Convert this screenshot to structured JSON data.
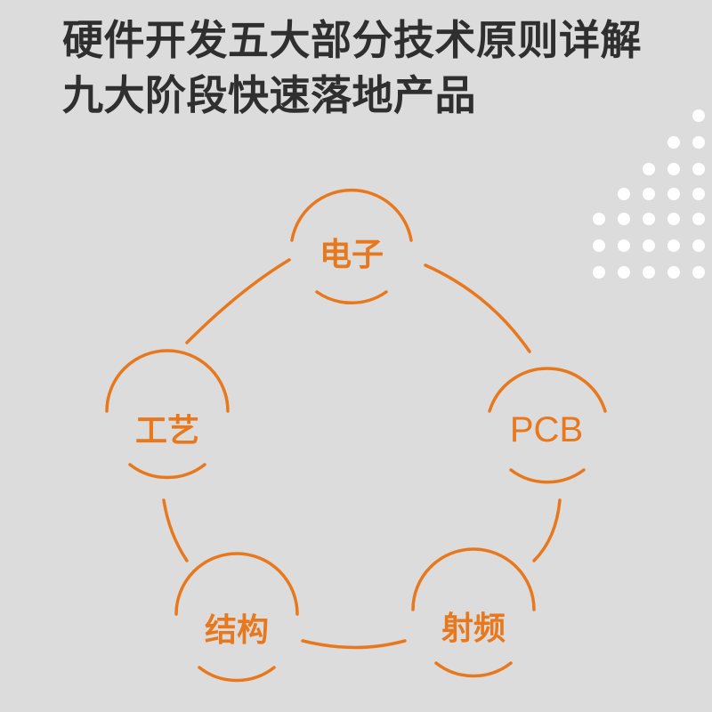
{
  "title": {
    "line1": "硬件开发五大部分技术原则详解",
    "line2": "九大阶段快速落地产品"
  },
  "colors": {
    "background": "#dcdcdc",
    "accent": "#e8781d",
    "title": "#2f2f2f",
    "dots": "#ffffff"
  },
  "nodes": [
    {
      "id": "electronics",
      "label": "电子"
    },
    {
      "id": "pcb",
      "label": "PCB"
    },
    {
      "id": "rf",
      "label": "射频"
    },
    {
      "id": "structure",
      "label": "结构"
    },
    {
      "id": "process",
      "label": "工艺"
    }
  ]
}
